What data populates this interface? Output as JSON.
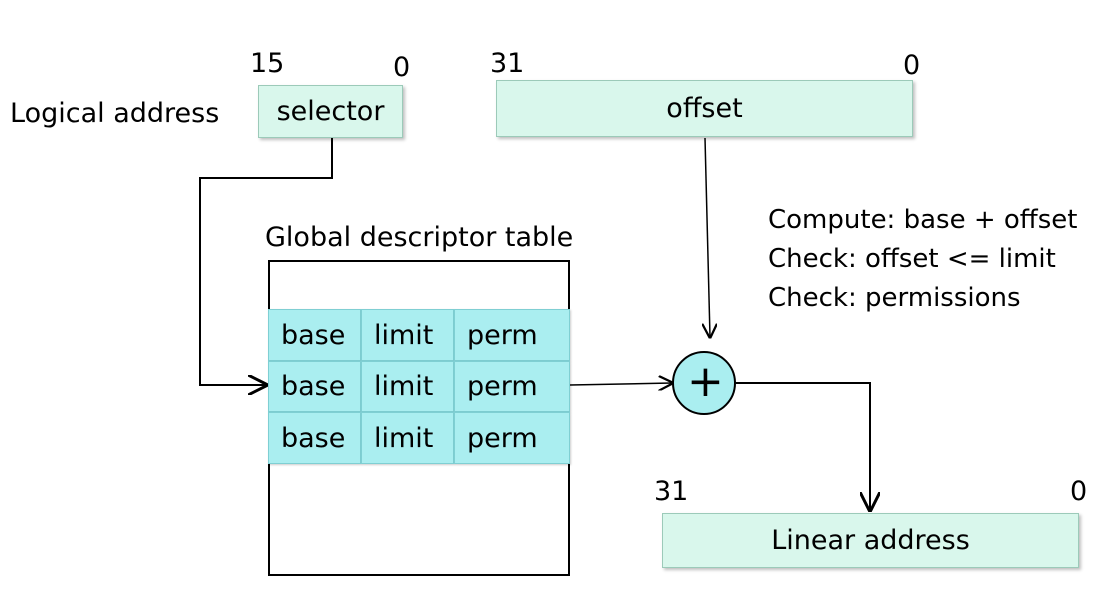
{
  "logical_address": {
    "label": "Logical address",
    "selector": {
      "label": "selector",
      "bit_high": "15",
      "bit_low": "0"
    },
    "offset": {
      "label": "offset",
      "bit_high": "31",
      "bit_low": "0"
    }
  },
  "gdt": {
    "title": "Global descriptor table",
    "rows": [
      {
        "base": "base",
        "limit": "limit",
        "perm": "perm"
      },
      {
        "base": "base",
        "limit": "limit",
        "perm": "perm"
      },
      {
        "base": "base",
        "limit": "limit",
        "perm": "perm"
      }
    ]
  },
  "adder": {
    "symbol": "+"
  },
  "notes": [
    "Compute: base + offset",
    "Check: offset <= limit",
    "Check: permissions"
  ],
  "linear_address": {
    "label": "Linear address",
    "bit_high": "31",
    "bit_low": "0"
  },
  "colors": {
    "box_fill": "#d9f7ec",
    "cell_fill": "#aaeef0",
    "adder_fill": "#aaeef0"
  }
}
